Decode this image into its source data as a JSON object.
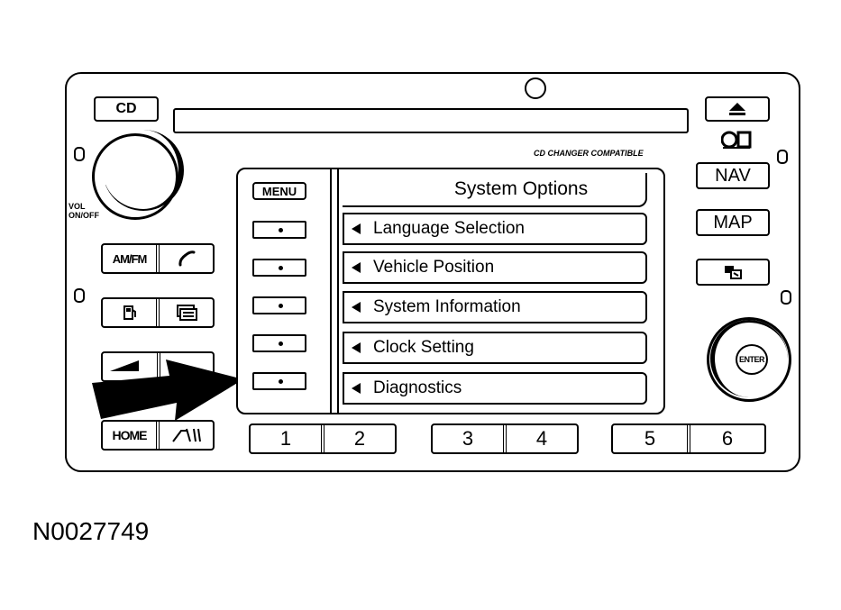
{
  "radio": {
    "cd_button": "CD",
    "cd_changer_text": "CD CHANGER COMPATIBLE",
    "vol_label_line1": "VOL",
    "vol_label_line2": "ON/OFF",
    "amfm_button": "AM/FM",
    "home_button": "HOME",
    "nav_button": "NAV",
    "map_button": "MAP",
    "enter_button": "ENTER",
    "menu_button": "MENU",
    "presets": [
      "1",
      "2",
      "3",
      "4",
      "5",
      "6"
    ]
  },
  "screen": {
    "title": "System Options",
    "items": [
      "Language Selection",
      "Vehicle Position",
      "System Information",
      "Clock Setting",
      "Diagnostics"
    ]
  },
  "figure_id": "N0027749"
}
